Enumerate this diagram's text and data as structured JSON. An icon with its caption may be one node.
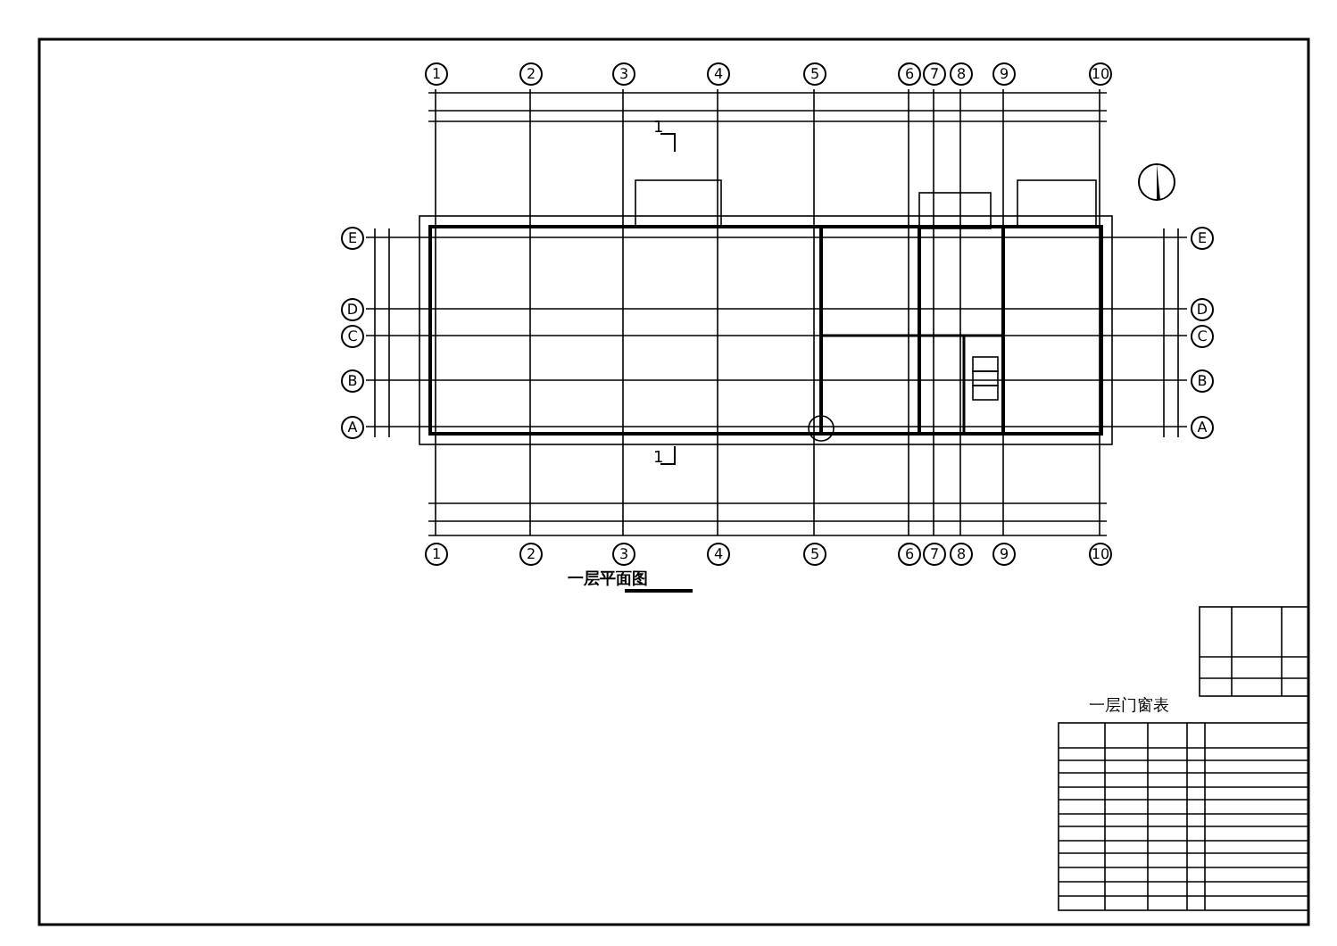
{
  "diagram": {
    "title": "一层平面图",
    "labels": [
      "1",
      "2",
      "3",
      "4",
      "5",
      "6",
      "7",
      "8",
      "9",
      "10",
      "1",
      "E",
      "D",
      "C",
      "B",
      "A",
      "E",
      "D",
      "C",
      "B",
      "A",
      "1",
      "1",
      "2",
      "3",
      "4",
      "5",
      "6",
      "7",
      "8",
      "9",
      "10",
      "一层门窗表"
    ]
  }
}
